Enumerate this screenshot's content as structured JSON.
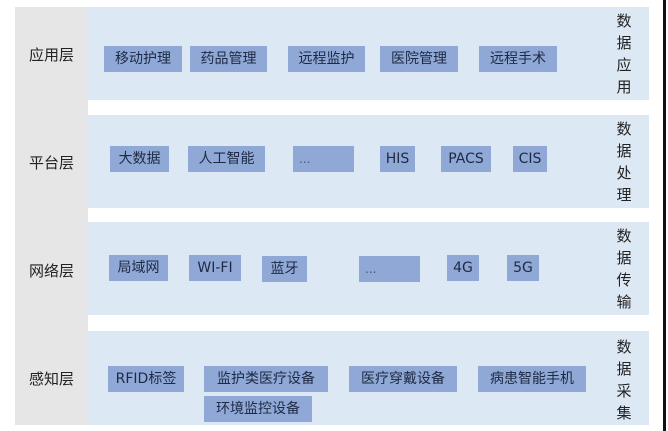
{
  "layers": [
    {
      "name": "应用层",
      "side_label": [
        "数",
        "据",
        "应",
        "用"
      ],
      "items": [
        "移动护理",
        "药品管理",
        "远程监护",
        "医院管理",
        "远程手术"
      ]
    },
    {
      "name": "平台层",
      "side_label": [
        "数",
        "据",
        "处",
        "理"
      ],
      "items": [
        "大数据",
        "人工智能",
        "...",
        "HIS",
        "PACS",
        "CIS"
      ]
    },
    {
      "name": "网络层",
      "side_label": [
        "数",
        "据",
        "传",
        "输"
      ],
      "items": [
        "局域网",
        "WI-FI",
        "蓝牙",
        "...",
        "4G",
        "5G"
      ]
    },
    {
      "name": "感知层",
      "side_label": [
        "数",
        "据",
        "采",
        "集"
      ],
      "items": [
        "RFID标签",
        "监护类医疗设备",
        "医疗穿戴设备",
        "病患智能手机",
        "环境监控设备"
      ]
    }
  ],
  "colors": {
    "label_column": "#e6e6e6",
    "layer_band": "#dde8f5",
    "chip": "#8fa8d6"
  }
}
